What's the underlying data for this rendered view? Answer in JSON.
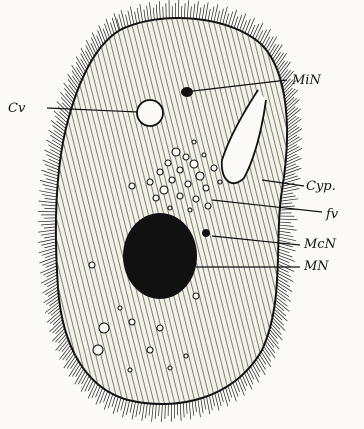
{
  "diagram": {
    "labels": {
      "cv": "Cv",
      "min": "MiN",
      "cyp": "Cyp.",
      "fv": "fv",
      "mcn": "McN",
      "mn": "MN"
    }
  }
}
